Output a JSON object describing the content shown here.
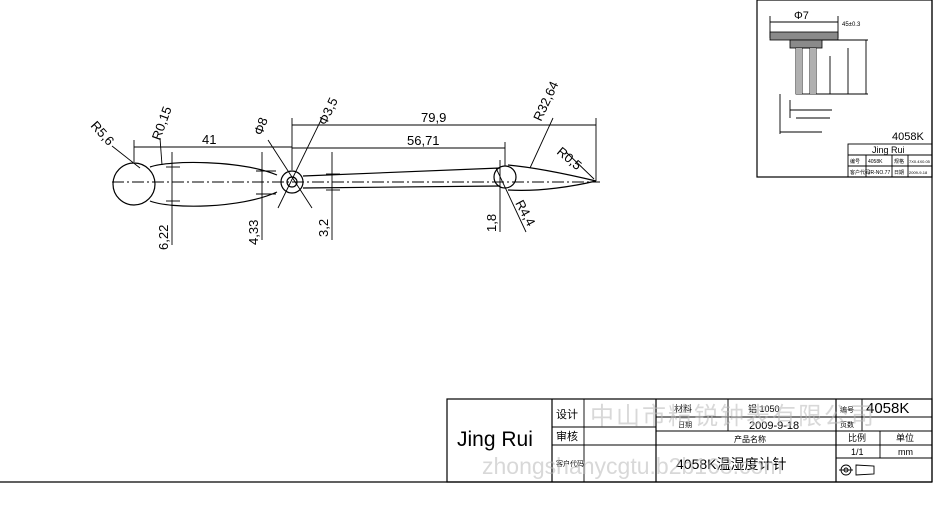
{
  "dimensions": {
    "r56": "R5,6",
    "r015": "R0,15",
    "d41": "41",
    "dia8": "Φ8",
    "dia35": "Φ3,5",
    "d799": "79,9",
    "d5671": "56,71",
    "r3264": "R32,64",
    "r05": "R0,5",
    "d622": "6,22",
    "d433": "4,33",
    "d32": "3,2",
    "d18": "1,8",
    "r44": "R4,4"
  },
  "inset": {
    "dia7": "Φ7",
    "spec": "45±0.3",
    "label": "4058K",
    "company": "Jing Rui",
    "r1c1": "编号",
    "r1c2": "4058K",
    "r1c3": "规格",
    "r1c4": "7X0.4X0.05",
    "r2c1": "客户代码",
    "r2c2": "JR-NO.77",
    "r2c3": "日期",
    "r2c4": "2009-9-18"
  },
  "title_block": {
    "company": "Jing Rui",
    "design_label": "设计",
    "review_label": "审核",
    "customer_code_label": "客户代码",
    "material_label": "材料",
    "material_value": "铝 1050",
    "date_label": "日期",
    "date_value": "2009-9-18",
    "product_name_label": "产品名称",
    "product_name": "4058K温湿度计针",
    "number_label": "编号",
    "number_value": "4058K",
    "page_label": "页数",
    "scale_label": "比例",
    "scale_value": "1/1",
    "unit_label": "单位",
    "unit_value": "mm"
  },
  "watermark": {
    "line1": "中山市精锐钟表有限公司",
    "line2": "zhongshanycgtu.b2b168.com"
  }
}
